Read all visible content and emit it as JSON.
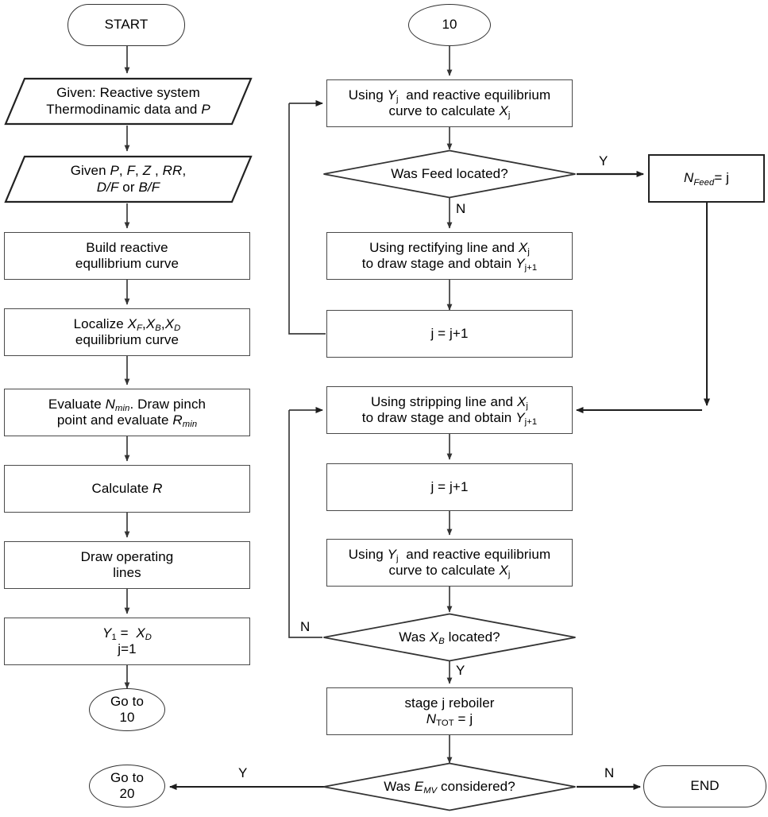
{
  "diagram": {
    "title": "Reactive distillation McCabe-Thiele stage-by-stage calculation flowchart",
    "type": "flowchart",
    "stroke_color": "#4a4a4a",
    "text_color": "#000000",
    "background": "#ffffff"
  },
  "nodes": {
    "start": {
      "shape": "stadium",
      "label": "START"
    },
    "given_system_l1": {
      "shape": "parallelogram",
      "label": "Given: Reactive system"
    },
    "given_system_l2": {
      "shape": "parallelogram",
      "label": "Thermodinamic data and P"
    },
    "given_params_l1": {
      "shape": "parallelogram",
      "label": "Given P, F, Z , RR,"
    },
    "given_params_l2": {
      "shape": "parallelogram",
      "label": "D/F or B/F"
    },
    "build_curve_l1": {
      "shape": "process",
      "label": "Build reactive"
    },
    "build_curve_l2": {
      "shape": "process",
      "label": "equllibrium curve"
    },
    "localize_l1": {
      "shape": "process",
      "label": "Localize XF ,XB ,XD"
    },
    "localize_l2": {
      "shape": "process",
      "label": "equilibrium curve"
    },
    "evaluate_nmin_l1": {
      "shape": "process",
      "label": "Evaluate Nmin . Draw pinch"
    },
    "evaluate_nmin_l2": {
      "shape": "process",
      "label": "point and evaluate Rmin"
    },
    "calculate_r": {
      "shape": "process",
      "label": "Calculate R"
    },
    "draw_lines_l1": {
      "shape": "process",
      "label": "Draw operating"
    },
    "draw_lines_l2": {
      "shape": "process",
      "label": "lines"
    },
    "init_y1_l1": {
      "shape": "process",
      "label": "Y1 = XD"
    },
    "init_y1_l2": {
      "shape": "process",
      "label": "j=1"
    },
    "goto10_l1": {
      "shape": "ellipse",
      "label": "Go to"
    },
    "goto10_l2": {
      "shape": "ellipse",
      "label": "10"
    },
    "connector10": {
      "shape": "ellipse",
      "label": "10"
    },
    "using_yj_top_l1": {
      "shape": "process",
      "label": "Using Yj  and reactive equilibrium"
    },
    "using_yj_top_l2": {
      "shape": "process",
      "label": "curve to calculate Xj"
    },
    "was_feed": {
      "shape": "decision",
      "label": "Was Feed located?"
    },
    "nfeed": {
      "shape": "process",
      "label": "NFeed = j"
    },
    "rectifying_l1": {
      "shape": "process",
      "label": "Using rectifying line and Xj"
    },
    "rectifying_l2": {
      "shape": "process",
      "label": "to draw stage and obtain Yj+1"
    },
    "incr_j_top": {
      "shape": "process",
      "label": "j = j+1"
    },
    "stripping_l1": {
      "shape": "process",
      "label": "Using stripping line and Xj"
    },
    "stripping_l2": {
      "shape": "process",
      "label": "to draw stage and obtain Yj+1"
    },
    "incr_j_bottom": {
      "shape": "process",
      "label": "j = j+1"
    },
    "using_yj_bot_l1": {
      "shape": "process",
      "label": "Using Yj  and reactive equilibrium"
    },
    "using_yj_bot_l2": {
      "shape": "process",
      "label": "curve to calculate Xj"
    },
    "was_xb": {
      "shape": "decision",
      "label": "Was XB located?"
    },
    "reboiler_l1": {
      "shape": "process",
      "label": "stage j reboiler"
    },
    "reboiler_l2": {
      "shape": "process",
      "label": "NTOT = j"
    },
    "was_emv": {
      "shape": "decision",
      "label": "Was EMV considered?"
    },
    "goto20_l1": {
      "shape": "ellipse",
      "label": "Go to"
    },
    "goto20_l2": {
      "shape": "ellipse",
      "label": "20"
    },
    "end": {
      "shape": "stadium",
      "label": "END"
    }
  },
  "edge_labels": {
    "feed_yes": "Y",
    "feed_no": "N",
    "xb_no": "N",
    "xb_yes": "Y",
    "emv_yes": "Y",
    "emv_no": "N"
  }
}
